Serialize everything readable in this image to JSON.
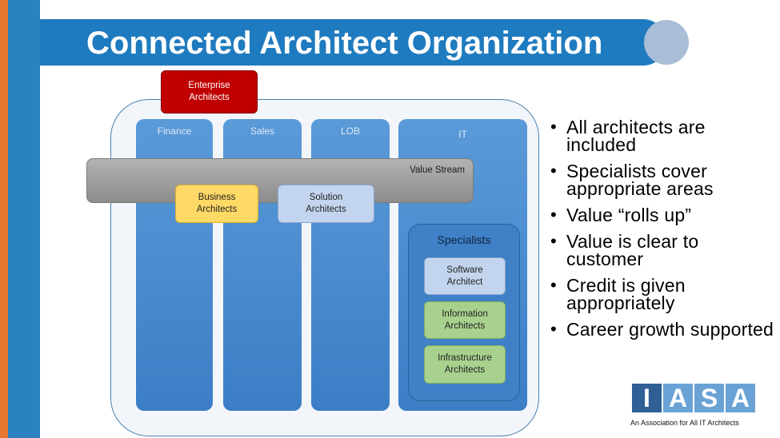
{
  "slide": {
    "title": "Connected Architect Organization",
    "colors": {
      "title_bar": "#1f7bbf",
      "accent_orange": "#e8772e",
      "accent_blue": "#2a82c0",
      "circle": "#a9bdd6",
      "enterprise": "#c00000",
      "column": "#3b7ec6",
      "value_stream": "#8c8c8c",
      "business": "#ffd966",
      "solution": "#c3d5ee",
      "green_box": "#a9d18e"
    }
  },
  "diagram": {
    "enterprise_label": "Enterprise\nArchitects",
    "columns": [
      {
        "label": "Finance"
      },
      {
        "label": "Sales"
      },
      {
        "label": "LOB"
      },
      {
        "label": "IT"
      }
    ],
    "value_stream_label": "Value Stream",
    "business_label": "Business\nArchitects",
    "solution_label": "Solution\nArchitects",
    "specialists": {
      "label": "Specialists",
      "items": [
        {
          "label": "Software\nArchitect"
        },
        {
          "label": "Information\nArchitects"
        },
        {
          "label": "Infrastructure\nArchitects"
        }
      ]
    }
  },
  "bullets": [
    "All architects are included",
    "Specialists cover appropriate areas",
    "Value “rolls up”",
    "Value is clear to customer",
    "Credit is given appropriately",
    "Career growth supported"
  ],
  "logo": {
    "letters": [
      "I",
      "A",
      "S",
      "A"
    ],
    "tagline": "An Association for All IT Architects"
  }
}
